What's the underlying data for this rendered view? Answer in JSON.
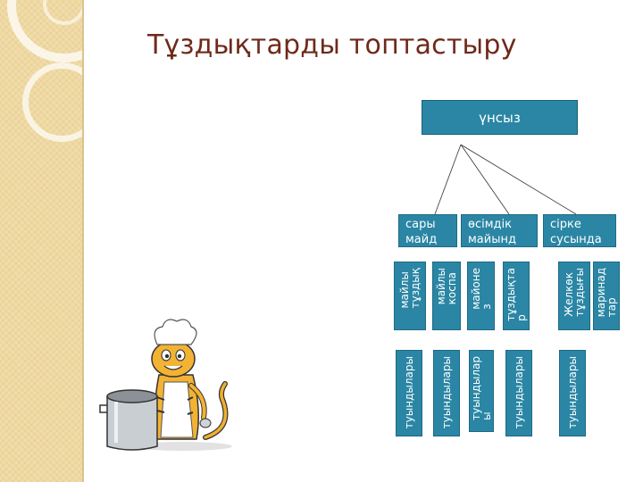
{
  "title": "Тұздықтарды топтастыру",
  "diagram": {
    "root": "үнсыз",
    "middle": [
      {
        "label": "сары\nмайд\nа"
      },
      {
        "label": "өсімдік\nмайынд\nа"
      },
      {
        "label": "сірке\nсусында"
      }
    ],
    "types": [
      {
        "label": "майлы\nтұздық"
      },
      {
        "label": "майлы\nкоспа"
      },
      {
        "label": "майоне\nз"
      },
      {
        "label": "тұздықта\nр"
      },
      {
        "label": "Желкөк\nтұздығы"
      },
      {
        "label": "маринад\nтар"
      }
    ],
    "derivatives": [
      {
        "label": "туындылары"
      },
      {
        "label": "туындылары"
      },
      {
        "label": "туындылар\nы"
      },
      {
        "label": "туындылары"
      },
      {
        "label": "туындылары"
      }
    ]
  },
  "colors": {
    "box_fill": "#2a86a4",
    "title_text": "#6e2a1a",
    "sidebar": "#f1dca8"
  }
}
